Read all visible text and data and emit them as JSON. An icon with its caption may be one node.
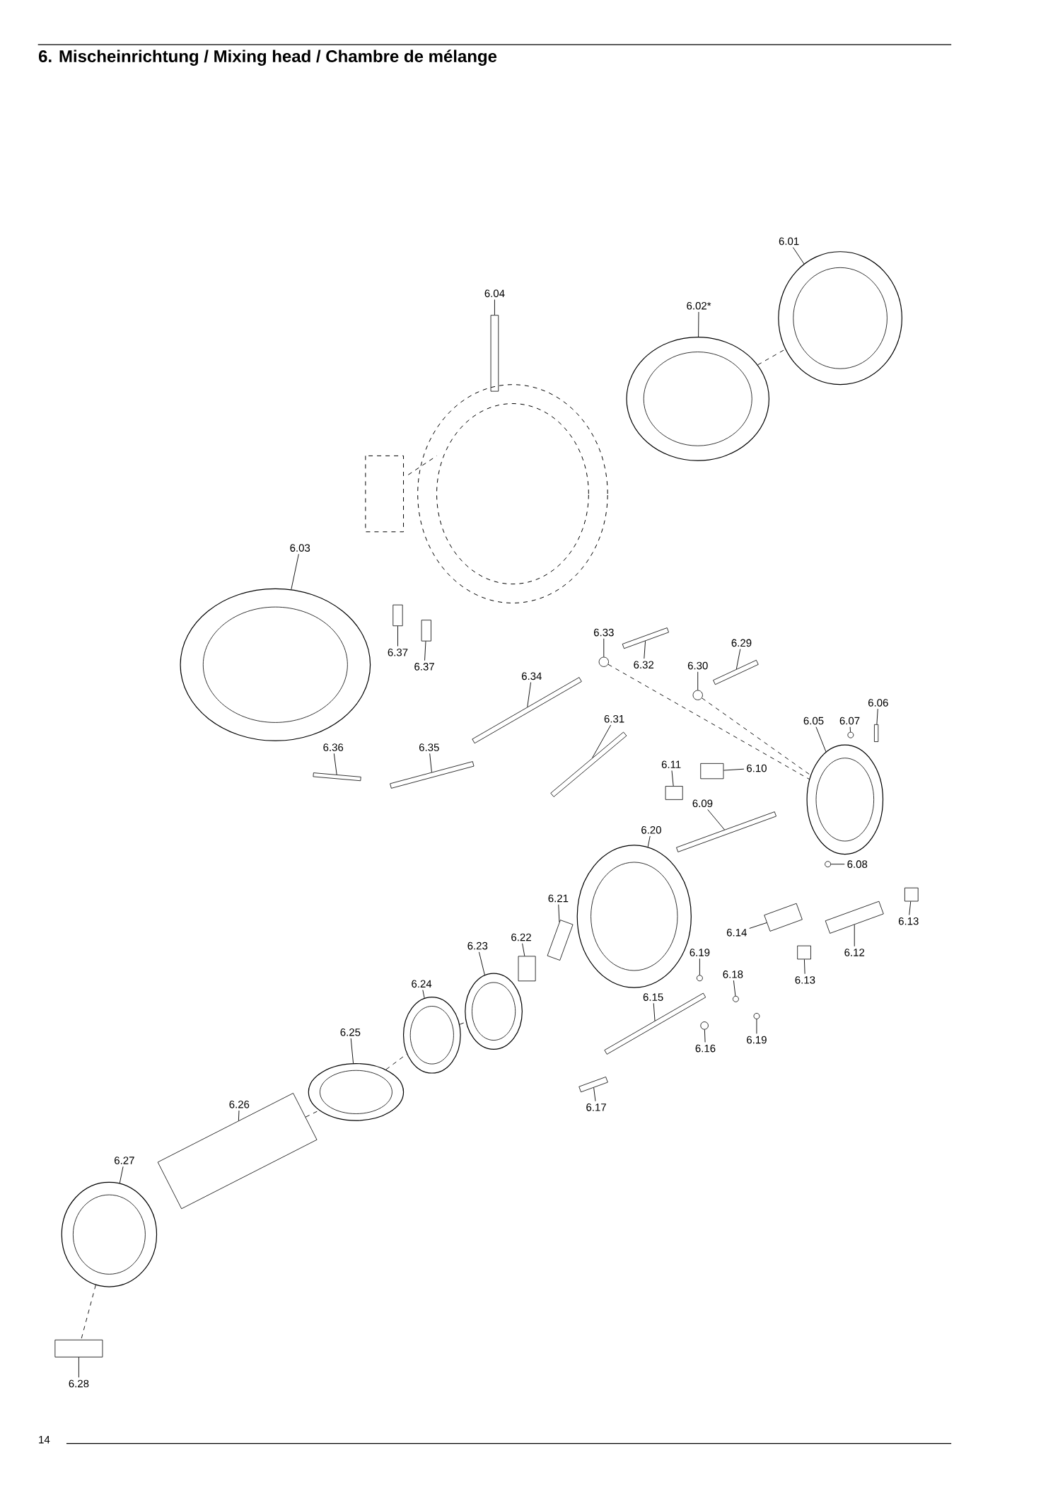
{
  "diagram": {
    "title": "6. Mischeinrichtung / Mixing head / Chambre de mélange",
    "nodes": [
      {
        "text": [
          "6.01"
        ]
      },
      {
        "text": [],
        "shape": "picture"
      },
      {
        "text": [
          "6.04"
        ]
      },
      {
        "text": [],
        "shape": "box"
      },
      {
        "text": [
          "6.02*"
        ]
      },
      {
        "text": [],
        "shape": "picture"
      },
      {
        "text": [
          "6.03"
        ]
      },
      {
        "text": [],
        "shape": "picture"
      },
      {
        "text": [
          "6.33"
        ]
      },
      {
        "text": [],
        "shape": "circle"
      },
      {
        "text": [
          "6.29"
        ]
      },
      {
        "text": [],
        "shape": "box"
      },
      {
        "text": [
          "6.37"
        ]
      },
      {
        "text": [],
        "shape": "box"
      },
      {
        "text": [
          "6.32"
        ]
      },
      {
        "text": [],
        "shape": "box"
      },
      {
        "text": [
          "6.30"
        ]
      },
      {
        "text": [],
        "shape": "circle"
      },
      {
        "text": [
          "6.37"
        ]
      },
      {
        "text": [],
        "shape": "box"
      },
      {
        "text": [
          "6.34"
        ]
      },
      {
        "text": [],
        "shape": "box"
      },
      {
        "text": [
          "6.06"
        ]
      },
      {
        "text": [],
        "shape": "box"
      },
      {
        "text": [
          "6.05"
        ]
      },
      {
        "text": [],
        "shape": "picture"
      },
      {
        "text": [
          "6.07"
        ]
      },
      {
        "text": [],
        "shape": "circle"
      },
      {
        "text": [
          "6.31"
        ]
      },
      {
        "text": [],
        "shape": "box"
      },
      {
        "text": [
          "6.36"
        ]
      },
      {
        "text": [],
        "shape": "box"
      },
      {
        "text": [
          "6.35"
        ]
      },
      {
        "text": [],
        "shape": "box"
      },
      {
        "text": [
          "6.11"
        ]
      },
      {
        "text": [],
        "shape": "box"
      },
      {
        "text": [
          "6.10"
        ]
      },
      {
        "text": [],
        "shape": "box"
      },
      {
        "text": [
          "6.09"
        ]
      },
      {
        "text": [],
        "shape": "box"
      },
      {
        "text": [
          "6.20"
        ]
      },
      {
        "text": [],
        "shape": "picture"
      },
      {
        "text": [
          "6.08"
        ]
      },
      {
        "text": [],
        "shape": "circle"
      },
      {
        "text": [
          "6.21"
        ]
      },
      {
        "text": [],
        "shape": "box"
      },
      {
        "text": [
          "6.13"
        ]
      },
      {
        "text": [],
        "shape": "box"
      },
      {
        "text": [
          "6.14"
        ]
      },
      {
        "text": [],
        "shape": "box"
      },
      {
        "text": [
          "6.22"
        ]
      },
      {
        "text": [],
        "shape": "box"
      },
      {
        "text": [
          "6.23"
        ]
      },
      {
        "text": [],
        "shape": "picture"
      },
      {
        "text": [
          "6.12"
        ]
      },
      {
        "text": [],
        "shape": "box"
      },
      {
        "text": [
          "6.19"
        ]
      },
      {
        "text": [],
        "shape": "circle"
      },
      {
        "text": [
          "6.18"
        ]
      },
      {
        "text": [],
        "shape": "circle"
      },
      {
        "text": [
          "6.13"
        ]
      },
      {
        "text": [],
        "shape": "box"
      },
      {
        "text": [
          "6.24"
        ]
      },
      {
        "text": [],
        "shape": "picture"
      },
      {
        "text": [
          "6.15"
        ]
      },
      {
        "text": [],
        "shape": "box"
      },
      {
        "text": [
          "6.25"
        ]
      },
      {
        "text": [],
        "shape": "picture"
      },
      {
        "text": [
          "6.16"
        ]
      },
      {
        "text": [],
        "shape": "circle"
      },
      {
        "text": [
          "6.19"
        ]
      },
      {
        "text": [],
        "shape": "circle"
      },
      {
        "text": [
          "6.26"
        ]
      },
      {
        "text": [],
        "shape": "box"
      },
      {
        "text": [
          "6.17"
        ]
      },
      {
        "text": [],
        "shape": "box"
      },
      {
        "text": [
          "6.27"
        ]
      },
      {
        "text": [],
        "shape": "picture"
      },
      {
        "text": [
          "6.28"
        ]
      },
      {
        "text": [],
        "shape": "box"
      }
    ],
    "edges": [
      {
        "from": 0,
        "to": 1,
        "arrow": "none"
      },
      {
        "from": 2,
        "to": 3,
        "arrow": "none"
      },
      {
        "from": 4,
        "to": 5,
        "arrow": "none"
      },
      {
        "from": 6,
        "to": 7,
        "arrow": "none"
      },
      {
        "from": 8,
        "to": 9,
        "arrow": "none"
      },
      {
        "from": 10,
        "to": 11,
        "arrow": "none"
      },
      {
        "from": 12,
        "to": 13,
        "arrow": "none"
      },
      {
        "from": 14,
        "to": 15,
        "arrow": "none"
      },
      {
        "from": 16,
        "to": 17,
        "arrow": "none"
      },
      {
        "from": 18,
        "to": 19,
        "arrow": "none"
      },
      {
        "from": 20,
        "to": 21,
        "arrow": "none"
      },
      {
        "from": 22,
        "to": 23,
        "arrow": "none"
      },
      {
        "from": 24,
        "to": 25,
        "arrow": "none"
      },
      {
        "from": 26,
        "to": 27,
        "arrow": "none"
      },
      {
        "from": 28,
        "to": 29,
        "arrow": "none"
      },
      {
        "from": 30,
        "to": 31,
        "arrow": "none"
      },
      {
        "from": 32,
        "to": 33,
        "arrow": "none"
      },
      {
        "from": 34,
        "to": 35,
        "arrow": "none"
      },
      {
        "from": 36,
        "to": 37,
        "arrow": "none"
      },
      {
        "from": 38,
        "to": 39,
        "arrow": "none"
      },
      {
        "from": 40,
        "to": 41,
        "arrow": "none"
      },
      {
        "from": 42,
        "to": 43,
        "arrow": "none"
      },
      {
        "from": 44,
        "to": 45,
        "arrow": "none"
      },
      {
        "from": 46,
        "to": 47,
        "arrow": "none"
      },
      {
        "from": 48,
        "to": 49,
        "arrow": "none"
      },
      {
        "from": 50,
        "to": 51,
        "arrow": "none"
      },
      {
        "from": 52,
        "to": 53,
        "arrow": "none"
      },
      {
        "from": 54,
        "to": 55,
        "arrow": "none"
      },
      {
        "from": 56,
        "to": 57,
        "arrow": "none"
      },
      {
        "from": 58,
        "to": 59,
        "arrow": "none"
      },
      {
        "from": 60,
        "to": 61,
        "arrow": "none"
      },
      {
        "from": 62,
        "to": 63,
        "arrow": "none"
      },
      {
        "from": 64,
        "to": 65,
        "arrow": "none"
      },
      {
        "from": 66,
        "to": 67,
        "arrow": "none"
      },
      {
        "from": 68,
        "to": 69,
        "arrow": "none"
      },
      {
        "from": 70,
        "to": 71,
        "arrow": "none"
      },
      {
        "from": 72,
        "to": 73,
        "arrow": "none"
      },
      {
        "from": 74,
        "to": 75,
        "arrow": "none"
      },
      {
        "from": 76,
        "to": 77,
        "arrow": "none"
      },
      {
        "from": 78,
        "to": 79,
        "arrow": "none"
      },
      {
        "from": 5,
        "to": 1,
        "arrow": "none",
        "style": "dashed"
      },
      {
        "from": 9,
        "to": 25,
        "arrow": "none",
        "style": "dashed"
      },
      {
        "from": 17,
        "to": 25,
        "arrow": "none",
        "style": "dashed"
      },
      {
        "from": 63,
        "to": 53,
        "arrow": "none",
        "style": "dashed"
      },
      {
        "from": 67,
        "to": 63,
        "arrow": "none",
        "style": "dashed"
      },
      {
        "from": 73,
        "to": 67,
        "arrow": "none",
        "style": "dashed"
      },
      {
        "from": 77,
        "to": 79,
        "arrow": "none",
        "style": "dashed"
      }
    ],
    "labels": [
      "14"
    ]
  }
}
